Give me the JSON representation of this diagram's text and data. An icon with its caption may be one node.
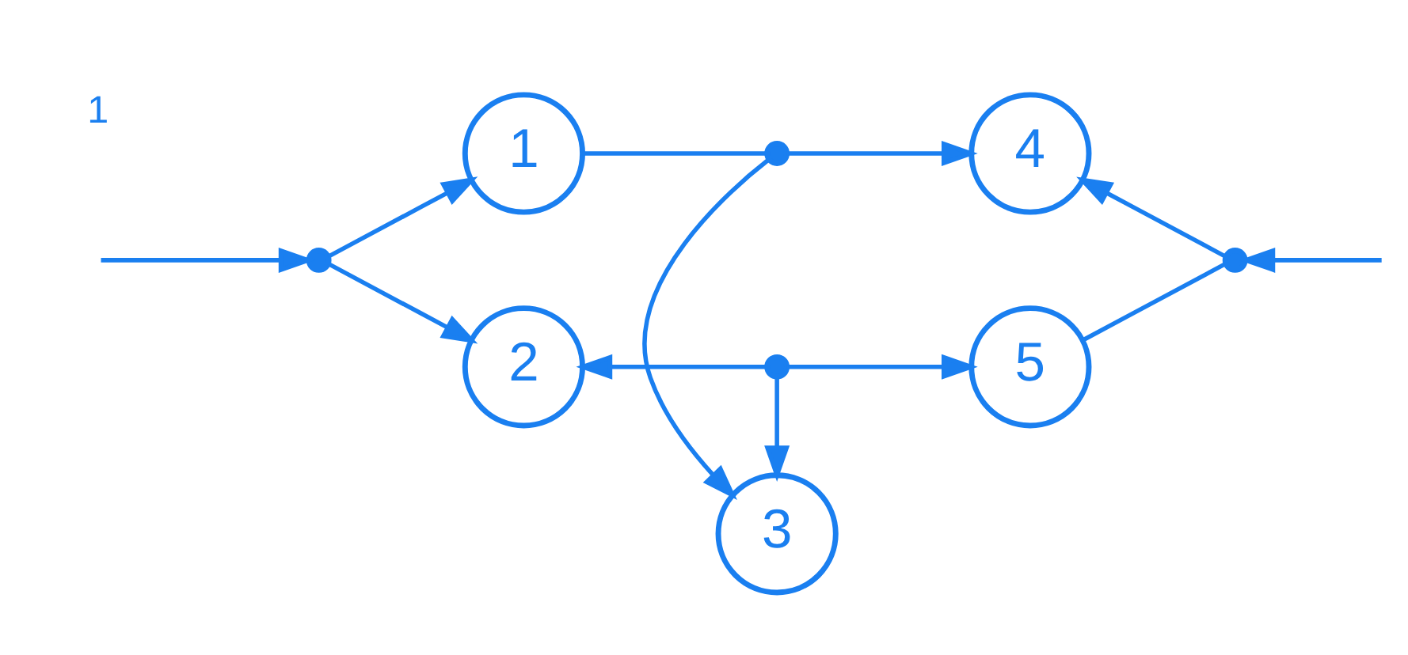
{
  "diagram": {
    "nodes": [
      {
        "text": [],
        "shape": "point"
      },
      {
        "text": [
          "1"
        ]
      },
      {
        "text": [
          "2"
        ]
      },
      {
        "text": [],
        "shape": "point"
      },
      {
        "text": [
          "3"
        ]
      },
      {
        "text": [
          "4"
        ]
      },
      {
        "text": [],
        "shape": "point"
      },
      {
        "text": [
          "5"
        ]
      },
      {
        "text": [],
        "shape": "point"
      }
    ],
    "edges": [
      {
        "from": null,
        "to": 0,
        "arrow": "to"
      },
      {
        "from": 0,
        "to": 1,
        "arrow": "to"
      },
      {
        "from": 0,
        "to": 2,
        "arrow": "to"
      },
      {
        "from": 1,
        "to": 3,
        "arrow": "none"
      },
      {
        "from": 3,
        "to": 4,
        "arrow": "to"
      },
      {
        "from": 3,
        "to": 5,
        "arrow": "to"
      },
      {
        "from": 6,
        "to": 4,
        "arrow": "to"
      },
      {
        "from": 6,
        "to": 2,
        "arrow": "to"
      },
      {
        "from": 6,
        "to": 7,
        "arrow": "to"
      },
      {
        "from": 7,
        "to": 8,
        "arrow": "none"
      },
      {
        "from": null,
        "to": 8,
        "arrow": "to"
      },
      {
        "from": 8,
        "to": 5,
        "arrow": "to"
      }
    ],
    "labels": [
      "1"
    ]
  }
}
